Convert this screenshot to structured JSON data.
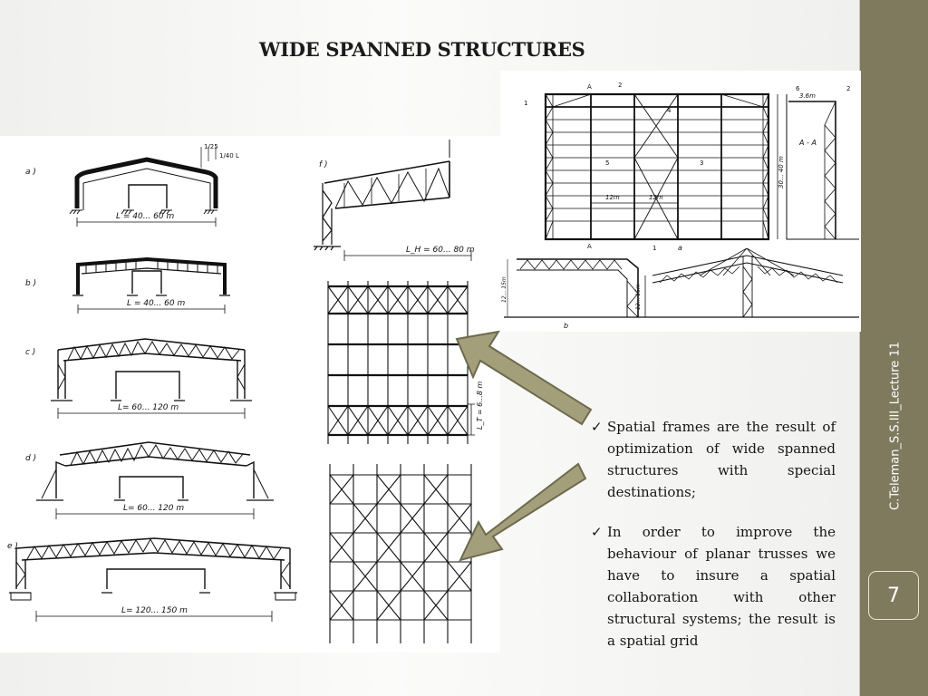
{
  "slide": {
    "title": "WIDE SPANNED STRUCTURES",
    "footer": "C.Teleman_S.S.III_Lecture 11",
    "page_number": "7"
  },
  "frames": [
    {
      "label": "a )",
      "span": "L = 40... 60 m"
    },
    {
      "label": "b )",
      "span": "L = 40... 60 m"
    },
    {
      "label": "c )",
      "span": "L= 60... 120 m"
    },
    {
      "label": "d )",
      "span": "L= 60... 120 m"
    },
    {
      "label": "e )",
      "span": "L= 120... 150 m"
    }
  ],
  "frame_a_slope": "1/25",
  "frame_a_height": "1/40 L",
  "frame_f": {
    "label": "f )",
    "span": "L_H = 60... 80 m"
  },
  "grid_spacing": "L_T = 6...8 m",
  "plan": {
    "spacing_1": "12m",
    "spacing_2": "12m",
    "width": "30... 40 m",
    "section_label": "A - A",
    "marker_a": "A",
    "height_label": "3.6m",
    "tag_1": "1",
    "tag_2": "2",
    "tag_3": "3",
    "tag_4": "4",
    "tag_5": "5",
    "tag_6": "6",
    "sub_a": "a",
    "sub_b": "b",
    "elev_1": "12... 15m",
    "elev_2": "12... 15m"
  },
  "colors": {
    "sidebar": "#7f7a5e",
    "arrow_fill": "#a39f7b",
    "arrow_stroke": "#6d6a4d"
  },
  "bullets": [
    {
      "icon": "check-icon",
      "text": "Spatial frames are the result of optimization of wide spanned structures with special destinations;"
    },
    {
      "icon": "check-icon",
      "text": "In order to improve the behaviour of planar trusses we have to insure a spatial collaboration with other structural systems; the result is a spatial grid"
    }
  ]
}
